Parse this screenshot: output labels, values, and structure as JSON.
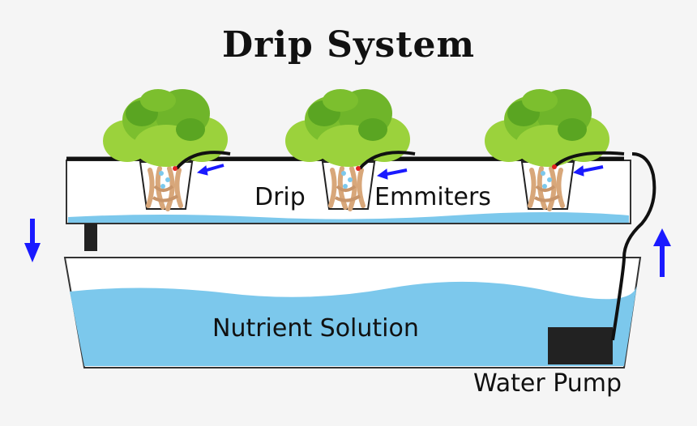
{
  "title": "Drip System",
  "labels": {
    "drip_emitters_a": "Drip",
    "drip_emitters_b": "Emmiters",
    "nutrient_solution": "Nutrient Solution",
    "water_pump": "Water Pump"
  },
  "colors": {
    "water": "#7cc8ec",
    "flow_arrow": "#1a1aff",
    "leaf_light": "#9bd23c",
    "leaf_dark": "#5aa522",
    "tube": "#111111",
    "pump": "#222222",
    "emitter": "#e02020"
  }
}
